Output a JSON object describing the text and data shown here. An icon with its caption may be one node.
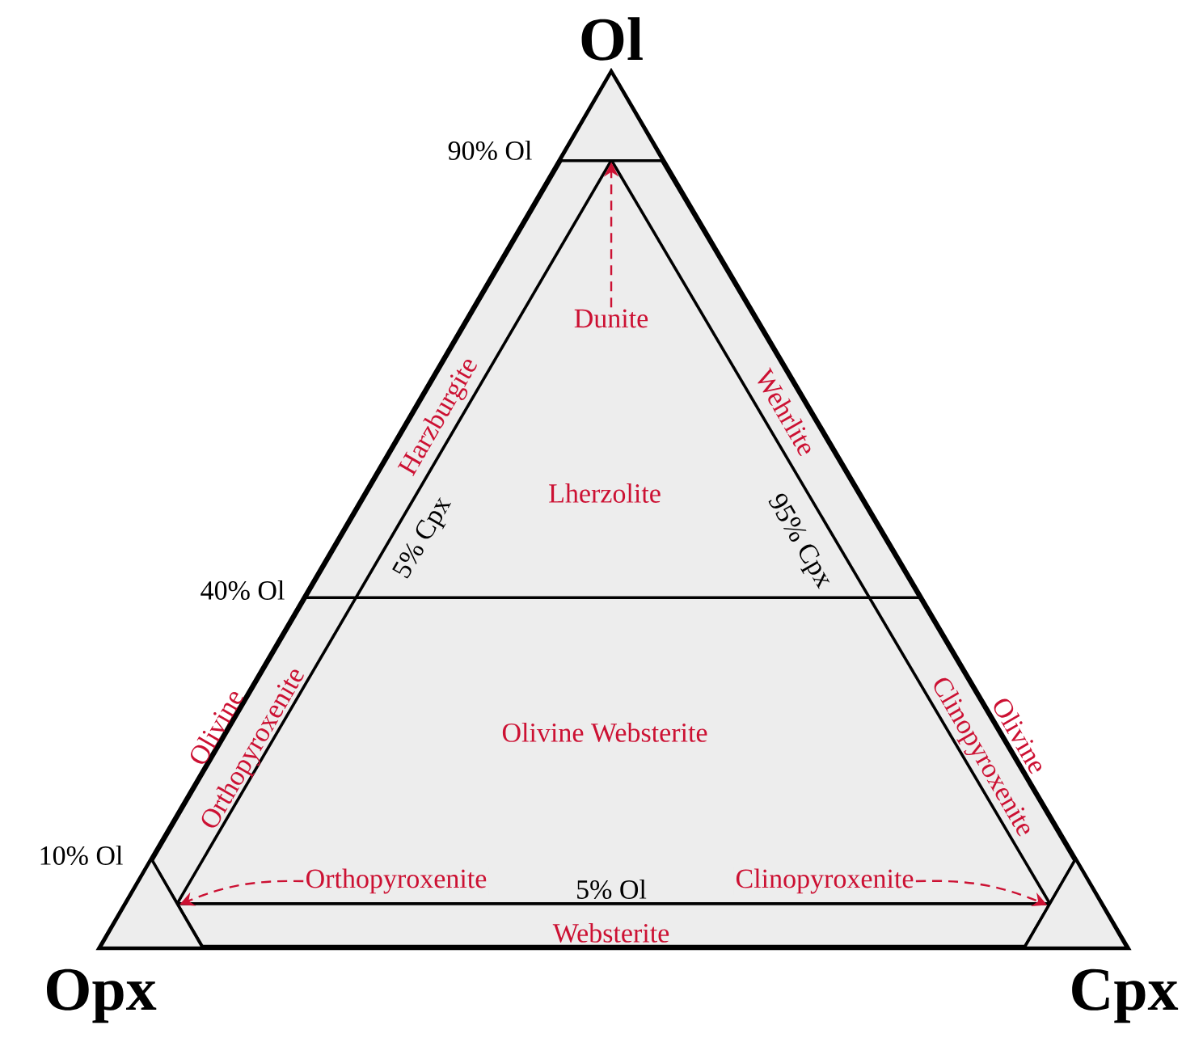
{
  "diagram": {
    "nodes": [
      {
        "text": [
          "Dunite"
        ]
      },
      {
        "text": [],
        "shape": "triangle"
      },
      {
        "text": [
          "Orthopyroxenite"
        ]
      },
      {
        "text": [],
        "shape": "triangle"
      },
      {
        "text": [
          "Clinopyroxenite"
        ]
      },
      {
        "text": [],
        "shape": "triangle"
      }
    ],
    "edges": [
      {
        "from": 0,
        "to": 1,
        "arrow": "to",
        "style": "dashed",
        "color": "#cc1133"
      },
      {
        "from": 2,
        "to": 3,
        "arrow": "to",
        "style": "dashed",
        "color": "#cc1133"
      },
      {
        "from": 4,
        "to": 5,
        "arrow": "to",
        "style": "dashed",
        "color": "#cc1133"
      }
    ],
    "labels": [
      "Ol",
      "Opx",
      "Cpx",
      "90% Ol",
      "40% Ol",
      "10% Ol",
      "5% Ol",
      "5% Cpx",
      "95% Cpx",
      "Harzburgite",
      "Wehrlite",
      "Lherzolite",
      "Olivine Orthopyroxenite",
      "Olivine Websterite",
      "Olivine Clinopyroxenite",
      "Websterite"
    ]
  }
}
